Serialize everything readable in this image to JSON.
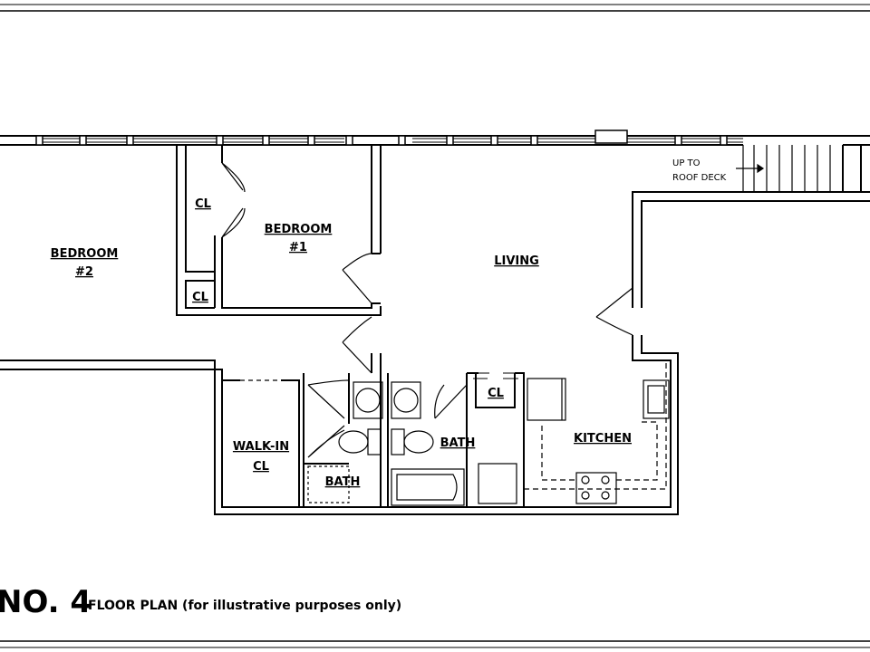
{
  "rooms": {
    "bedroom1_line1": "BEDROOM",
    "bedroom1_line2": "#1",
    "bedroom2_line1": "BEDROOM",
    "bedroom2_line2": "#2",
    "living": "LIVING",
    "kitchen": "KITCHEN",
    "bath_right": "BATH",
    "bath_left": "BATH",
    "walkin_line1": "WALK-IN",
    "walkin_line2": "CL",
    "closet_top": "CL",
    "closet_bottom": "CL",
    "closet_bath": "CL"
  },
  "stairs": {
    "line1": "UP TO",
    "line2": "ROOF DECK"
  },
  "footer": {
    "unit_number": "NO. 4",
    "caption": "FLOOR PLAN (for illustrative purposes only)"
  }
}
